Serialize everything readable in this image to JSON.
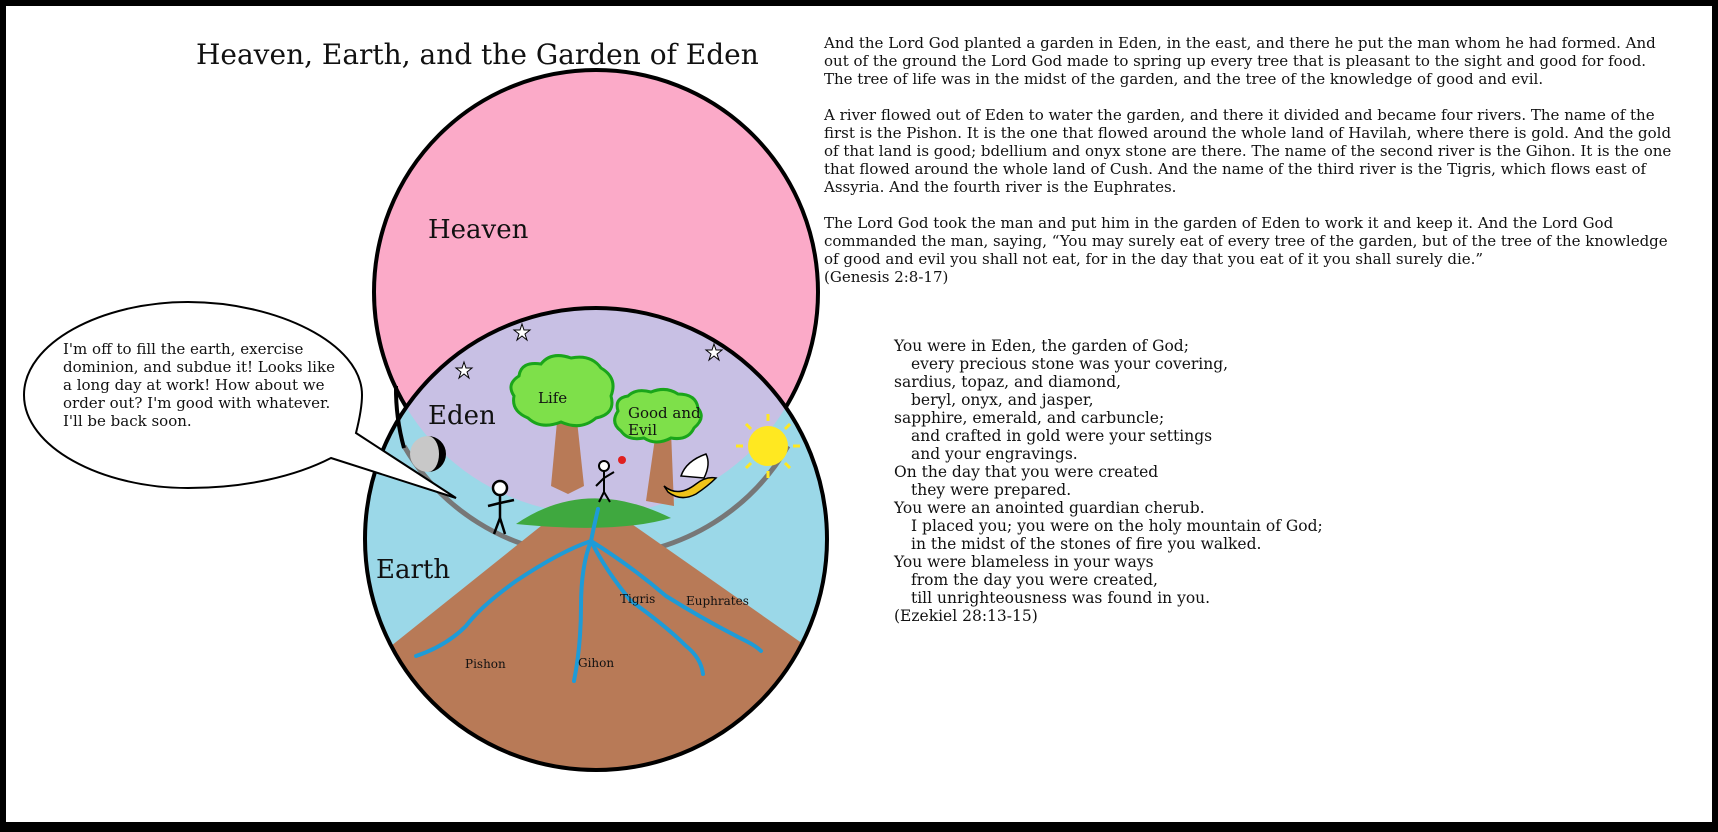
{
  "title": "Heaven, Earth, and the Garden of Eden",
  "diagram": {
    "regions": {
      "heaven": "Heaven",
      "eden": "Eden",
      "earth": "Earth"
    },
    "trees": {
      "life": "Life",
      "good_and_evil": [
        "Good and",
        "Evil"
      ]
    },
    "rivers": [
      "Pishon",
      "Gihon",
      "Tigris",
      "Euphrates"
    ],
    "speech_bubble": "I'm off to fill the earth, exercise dominion, and subdue it! Looks like a long day at work! How about we order out? I'm good with whatever. I'll be back soon."
  },
  "colors": {
    "heaven": "#fbaac8",
    "eden": "#c8c0e4",
    "earth_sky": "#9bd8e8",
    "mountain": "#b87a57",
    "hill": "#3fa83f",
    "river": "#1e9bd7",
    "foliage": "#7ee04a",
    "foliage_border": "#1aa51a",
    "trunk": "#b87a57",
    "sun": "#ffe821",
    "border": "#000000"
  },
  "genesis": {
    "paragraphs": [
      "And the Lord God planted a garden in Eden, in the east, and there he put the man whom he had formed. And out of the ground the Lord God made to spring up every tree that is pleasant to the sight and good for food. The tree of life was in the midst of the garden, and the tree of the knowledge of good and evil.",
      "A river flowed out of Eden to water the garden, and there it divided and became four rivers. The name of the first is the Pishon. It is the one that flowed around the whole land of Havilah, where there is gold. And the gold of that land is good; bdellium and onyx stone are there. The name of the second river is the Gihon. It is the one that flowed around the whole land of Cush. And the name of the third river is the Tigris, which flows east of Assyria. And the fourth river is the Euphrates.",
      "The Lord God took the man and put him in the garden of Eden to work it and keep it. And the Lord God commanded the man, saying, “You may surely eat of every tree of the garden, but of the tree of the knowledge of good and evil you shall not eat, for in the day that you eat of it you shall surely die.”"
    ],
    "reference": "(Genesis 2:8-17)"
  },
  "ezekiel": {
    "lines": [
      "You were in Eden, the garden of God;",
      "every precious stone was your covering,",
      "sardius, topaz, and diamond,",
      "beryl, onyx, and jasper,",
      "sapphire, emerald, and carbuncle;",
      "and crafted in gold were your settings",
      "and your engravings.",
      "On the day that you were created",
      "they were prepared.",
      "You were an anointed guardian cherub.",
      "I placed you; you were on the holy mountain of God;",
      "in the midst of the stones of fire you walked.",
      "You were blameless in your ways",
      "from the day you were created,",
      "till unrighteousness was found in you."
    ],
    "reference": "(Ezekiel 28:13-15)"
  }
}
